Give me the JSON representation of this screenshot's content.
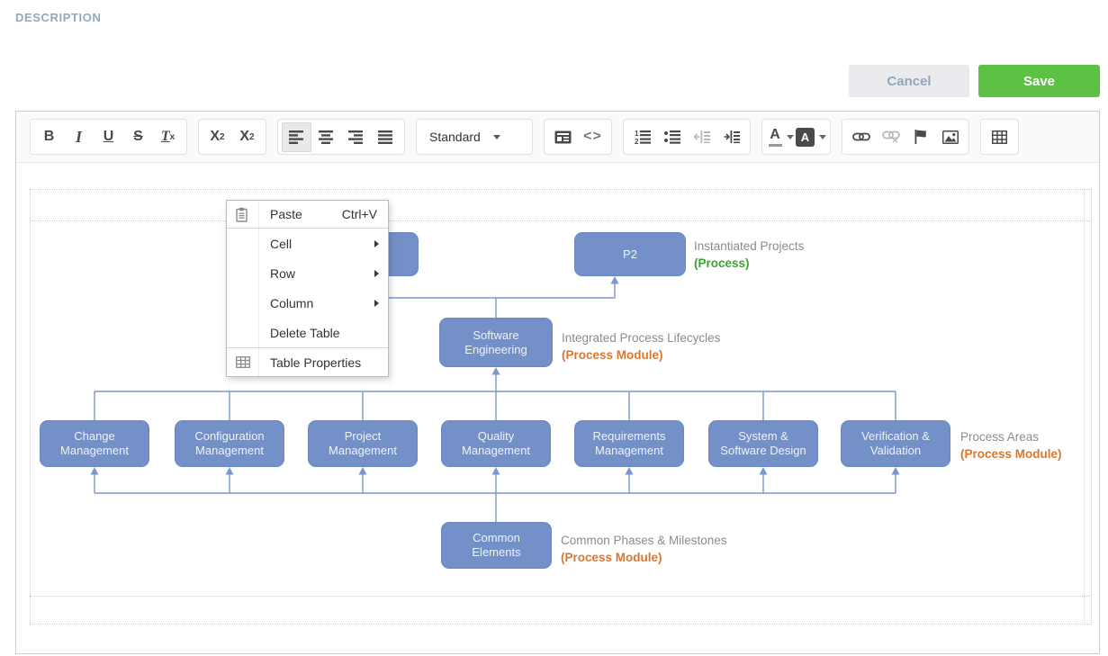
{
  "page": {
    "section_label": "DESCRIPTION"
  },
  "actions": {
    "cancel_label": "Cancel",
    "save_label": "Save"
  },
  "toolbar": {
    "bold": "B",
    "italic": "I",
    "underline": "U",
    "strikethrough": "S",
    "remove_format_base": "T",
    "remove_format_sub": "x",
    "subscript_base": "X",
    "subscript_sub": "2",
    "superscript_base": "X",
    "superscript_sup": "2",
    "format_value": "Standard",
    "source_glyph": "<>",
    "text_color_letter": "A",
    "bg_color_letter": "A"
  },
  "context_menu": {
    "items": [
      {
        "label": "Paste",
        "shortcut": "Ctrl+V"
      },
      {
        "label": "Cell"
      },
      {
        "label": "Row"
      },
      {
        "label": "Column"
      },
      {
        "label": "Delete Table"
      },
      {
        "label": "Table Properties"
      }
    ]
  },
  "diagram": {
    "nodes": {
      "p1": {
        "label": ""
      },
      "p2": {
        "label": "P2",
        "caption": "Instantiated Projects",
        "type": "(Process)"
      },
      "software_engineering": {
        "label": "Software Engineering",
        "caption": "Integrated Process Lifecycles",
        "type": "(Process Module)"
      },
      "common_elements": {
        "label": "Common Elements",
        "caption": "Common Phases & Milestones",
        "type": "(Process Module)"
      }
    },
    "areas": [
      "Change Management",
      "Configuration Management",
      "Project Management",
      "Quality Management",
      "Requirements Management",
      "System & Software Design",
      "Verification & Validation"
    ],
    "areas_caption": "Process Areas",
    "areas_type": "(Process Module)",
    "colors": {
      "box_fill": "#7390c8",
      "connector": "#7b97cb",
      "caption_gray": "#8c8c8c",
      "process_green": "#3fa135",
      "module_orange": "#d9772f",
      "save_green": "#5cc144"
    }
  }
}
